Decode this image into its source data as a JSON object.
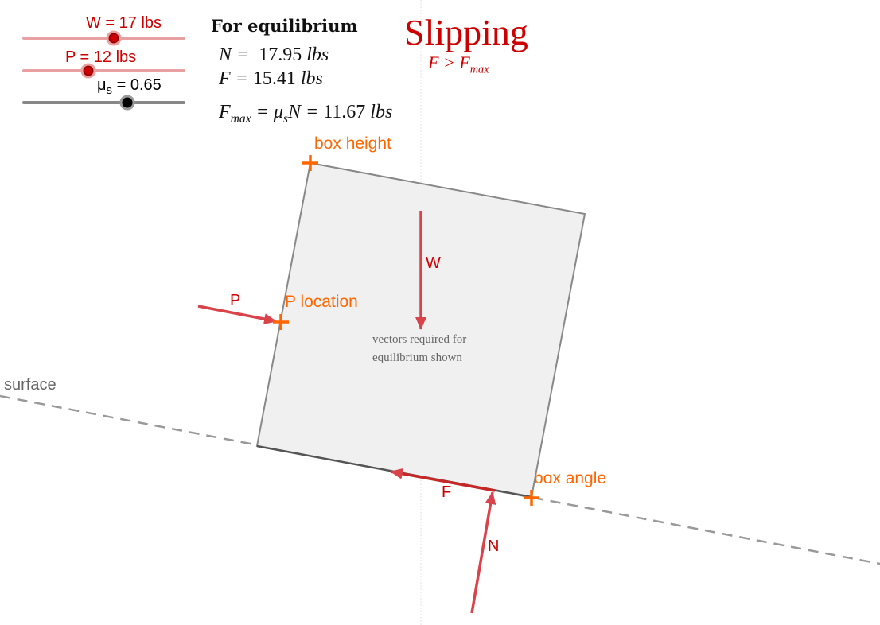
{
  "sliders": [
    {
      "name": "W",
      "label": "W = 17 lbs",
      "value": 17,
      "unit": "lbs",
      "color": "#cc0000",
      "track_color": "#e8a0a0"
    },
    {
      "name": "P",
      "label": "P = 12 lbs",
      "value": 12,
      "unit": "lbs",
      "color": "#cc0000",
      "track_color": "#e8a0a0"
    },
    {
      "name": "mu_s",
      "label_symbol": "μ",
      "label_sub": "s",
      "label_value": " = 0.65",
      "value": 0.65,
      "color": "#000000",
      "track_color": "#888888"
    }
  ],
  "equilibrium": {
    "heading": "For equilibrium",
    "N_lhs": "N =",
    "N_value": "17.95",
    "F_lhs": "F =",
    "F_value": "15.41",
    "unit": "lbs",
    "Fmax_lhs": "F",
    "Fmax_sub": "max",
    "Fmax_mid": " = μ",
    "Fmax_mid_sub": "s",
    "Fmax_N": "N = ",
    "Fmax_value": "11.67"
  },
  "status": {
    "title": "Slipping",
    "condition_lhs": "F > F",
    "condition_sub": "max",
    "color": "#cc0000"
  },
  "points": {
    "box_height": "box height",
    "p_location": "P location",
    "box_angle": "box angle"
  },
  "vectors": {
    "W": "W",
    "P": "P",
    "F": "F",
    "N": "N"
  },
  "note": {
    "line1": "vectors required for",
    "line2": "equilibrium shown"
  },
  "surface_label": "surface",
  "colors": {
    "vector": "#d9434a",
    "point": "#ff6600",
    "box_fill": "#f0f0f0",
    "box_edge": "#888888"
  }
}
